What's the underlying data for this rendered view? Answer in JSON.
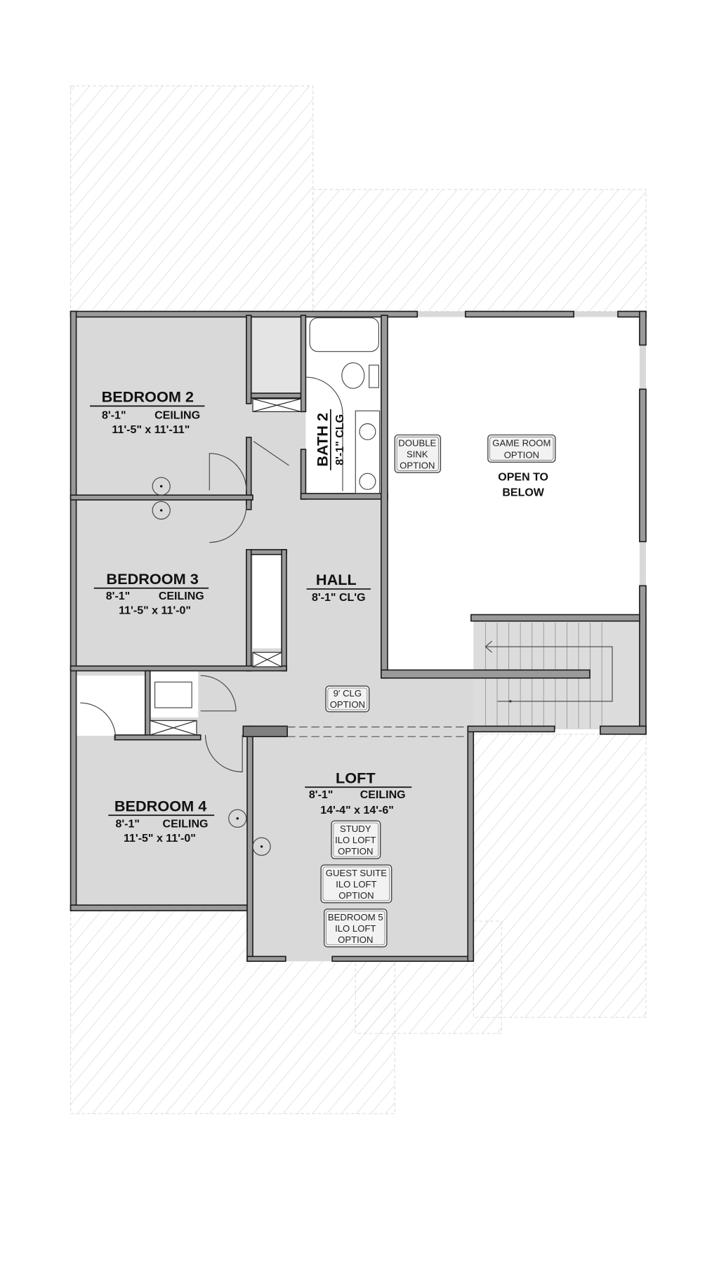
{
  "rooms": {
    "bedroom2": {
      "name": "BEDROOM 2",
      "height": "8'-1\"",
      "ceiling": "CEILING",
      "size": "11'-5\" x 11'-11\""
    },
    "bedroom3": {
      "name": "BEDROOM 3",
      "height": "8'-1\"",
      "ceiling": "CEILING",
      "size": "11'-5\" x 11'-0\""
    },
    "bedroom4": {
      "name": "BEDROOM 4",
      "height": "8'-1\"",
      "ceiling": "CEILING",
      "size": "11'-5\" x 11'-0\""
    },
    "loft": {
      "name": "LOFT",
      "height": "8'-1\"",
      "ceiling": "CEILING",
      "size": "14'-4\" x 14'-6\""
    },
    "bath2": {
      "name": "BATH 2",
      "ceiling": "8'-1\" CLG"
    },
    "hall": {
      "name": "HALL",
      "ceiling": "8'-1\" CL'G"
    },
    "open": {
      "line1": "OPEN TO",
      "line2": "BELOW"
    }
  },
  "options": {
    "double_sink": [
      "DOUBLE",
      "SINK",
      "OPTION"
    ],
    "game_room": [
      "GAME ROOM",
      "OPTION"
    ],
    "nine_clg": [
      "9' CLG",
      "OPTION"
    ],
    "study": [
      "STUDY",
      "ILO LOFT",
      "OPTION"
    ],
    "guest_suite": [
      "GUEST SUITE",
      "ILO LOFT",
      "OPTION"
    ],
    "bedroom5": [
      "BEDROOM 5",
      "ILO LOFT",
      "OPTION"
    ]
  },
  "colors": {
    "floor": "#d9d9d9",
    "wall": "#9a9a9a",
    "outline": "#1a1a1a",
    "hatch": "#cfcfcf"
  }
}
